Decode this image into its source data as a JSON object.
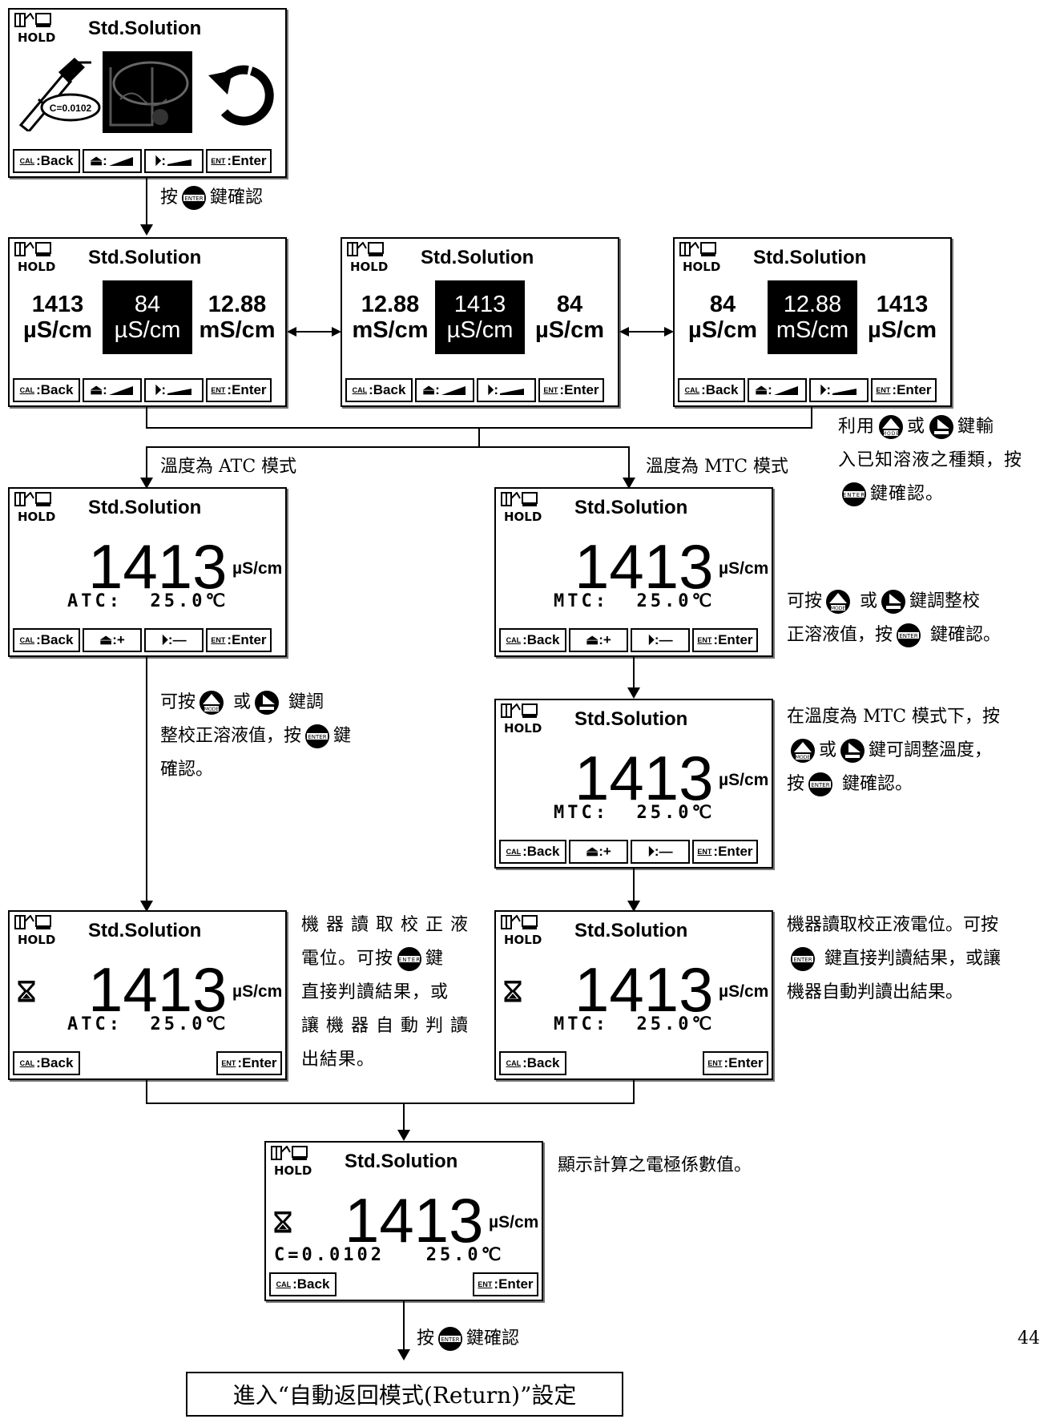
{
  "screen_title": "Std.Solution",
  "hold_label": "HOLD",
  "keys": {
    "back": "Back",
    "enter": "Enter",
    "cal_prefix": "CAL",
    "ent_prefix": "ENT",
    "plus": "+",
    "minus": "—"
  },
  "screen1": {
    "c_label": "C=0.0102"
  },
  "choices": [
    {
      "left": "1413",
      "left_unit": "µS/cm",
      "mid": "84",
      "mid_unit": "µS/cm",
      "right": "12.88",
      "right_unit": "mS/cm"
    },
    {
      "left": "12.88",
      "left_unit": "mS/cm",
      "mid": "1413",
      "mid_unit": "µS/cm",
      "right": "84",
      "right_unit": "µS/cm"
    },
    {
      "left": "84",
      "left_unit": "µS/cm",
      "mid": "12.88",
      "mid_unit": "mS/cm",
      "right": "1413",
      "right_unit": "µS/cm"
    }
  ],
  "value": "1413",
  "unit": "µS/cm",
  "atc_line": "ATC:  25.0℃",
  "mtc_line": "MTC:  25.0℃",
  "final_line": "C=0.0102   25.0℃",
  "text": {
    "press_enter_confirm": "鍵確認",
    "press": "按",
    "atc_mode": "溫度為 ATC 模式",
    "mtc_mode": "溫度為 MTC 模式",
    "use_keys_a": "利用",
    "use_keys_b": "或",
    "use_keys_c": "鍵輸",
    "use_keys_d": "入已知溶液之種類，按",
    "use_keys_e": "鍵確認。",
    "atc_adjust_a": "可按",
    "atc_adjust_b": "或",
    "atc_adjust_c": "鍵調",
    "atc_adjust_d": "整校正溶液值，按",
    "atc_adjust_e": "鍵",
    "atc_adjust_f": "確認。",
    "mtc_adjust_a": "可按",
    "mtc_adjust_b": "或",
    "mtc_adjust_c": "鍵調整校",
    "mtc_adjust_d": "正溶液值，按",
    "mtc_adjust_e": "鍵確認。",
    "mtc_temp_a": "在溫度為 MTC 模式下，按",
    "mtc_temp_b": "或",
    "mtc_temp_c": "鍵可調整溫度，",
    "mtc_temp_d": "按",
    "mtc_temp_e": "鍵確認。",
    "atc_read_a": "機 器 讀 取 校 正 液",
    "atc_read_b": "電位。可按",
    "atc_read_c": "鍵",
    "atc_read_d": "直接判讀結果，或",
    "atc_read_e": "讓 機 器 自 動 判 讀",
    "atc_read_f": "出結果。",
    "mtc_read_a": "機器讀取校正液電位。可按",
    "mtc_read_b": "鍵直接判讀結果，或讓",
    "mtc_read_c": "機器自動判讀出結果。",
    "final_note": "顯示計算之電極係數值。",
    "return_box": "進入“自動返回模式(Return)”設定"
  },
  "page_number": "44"
}
